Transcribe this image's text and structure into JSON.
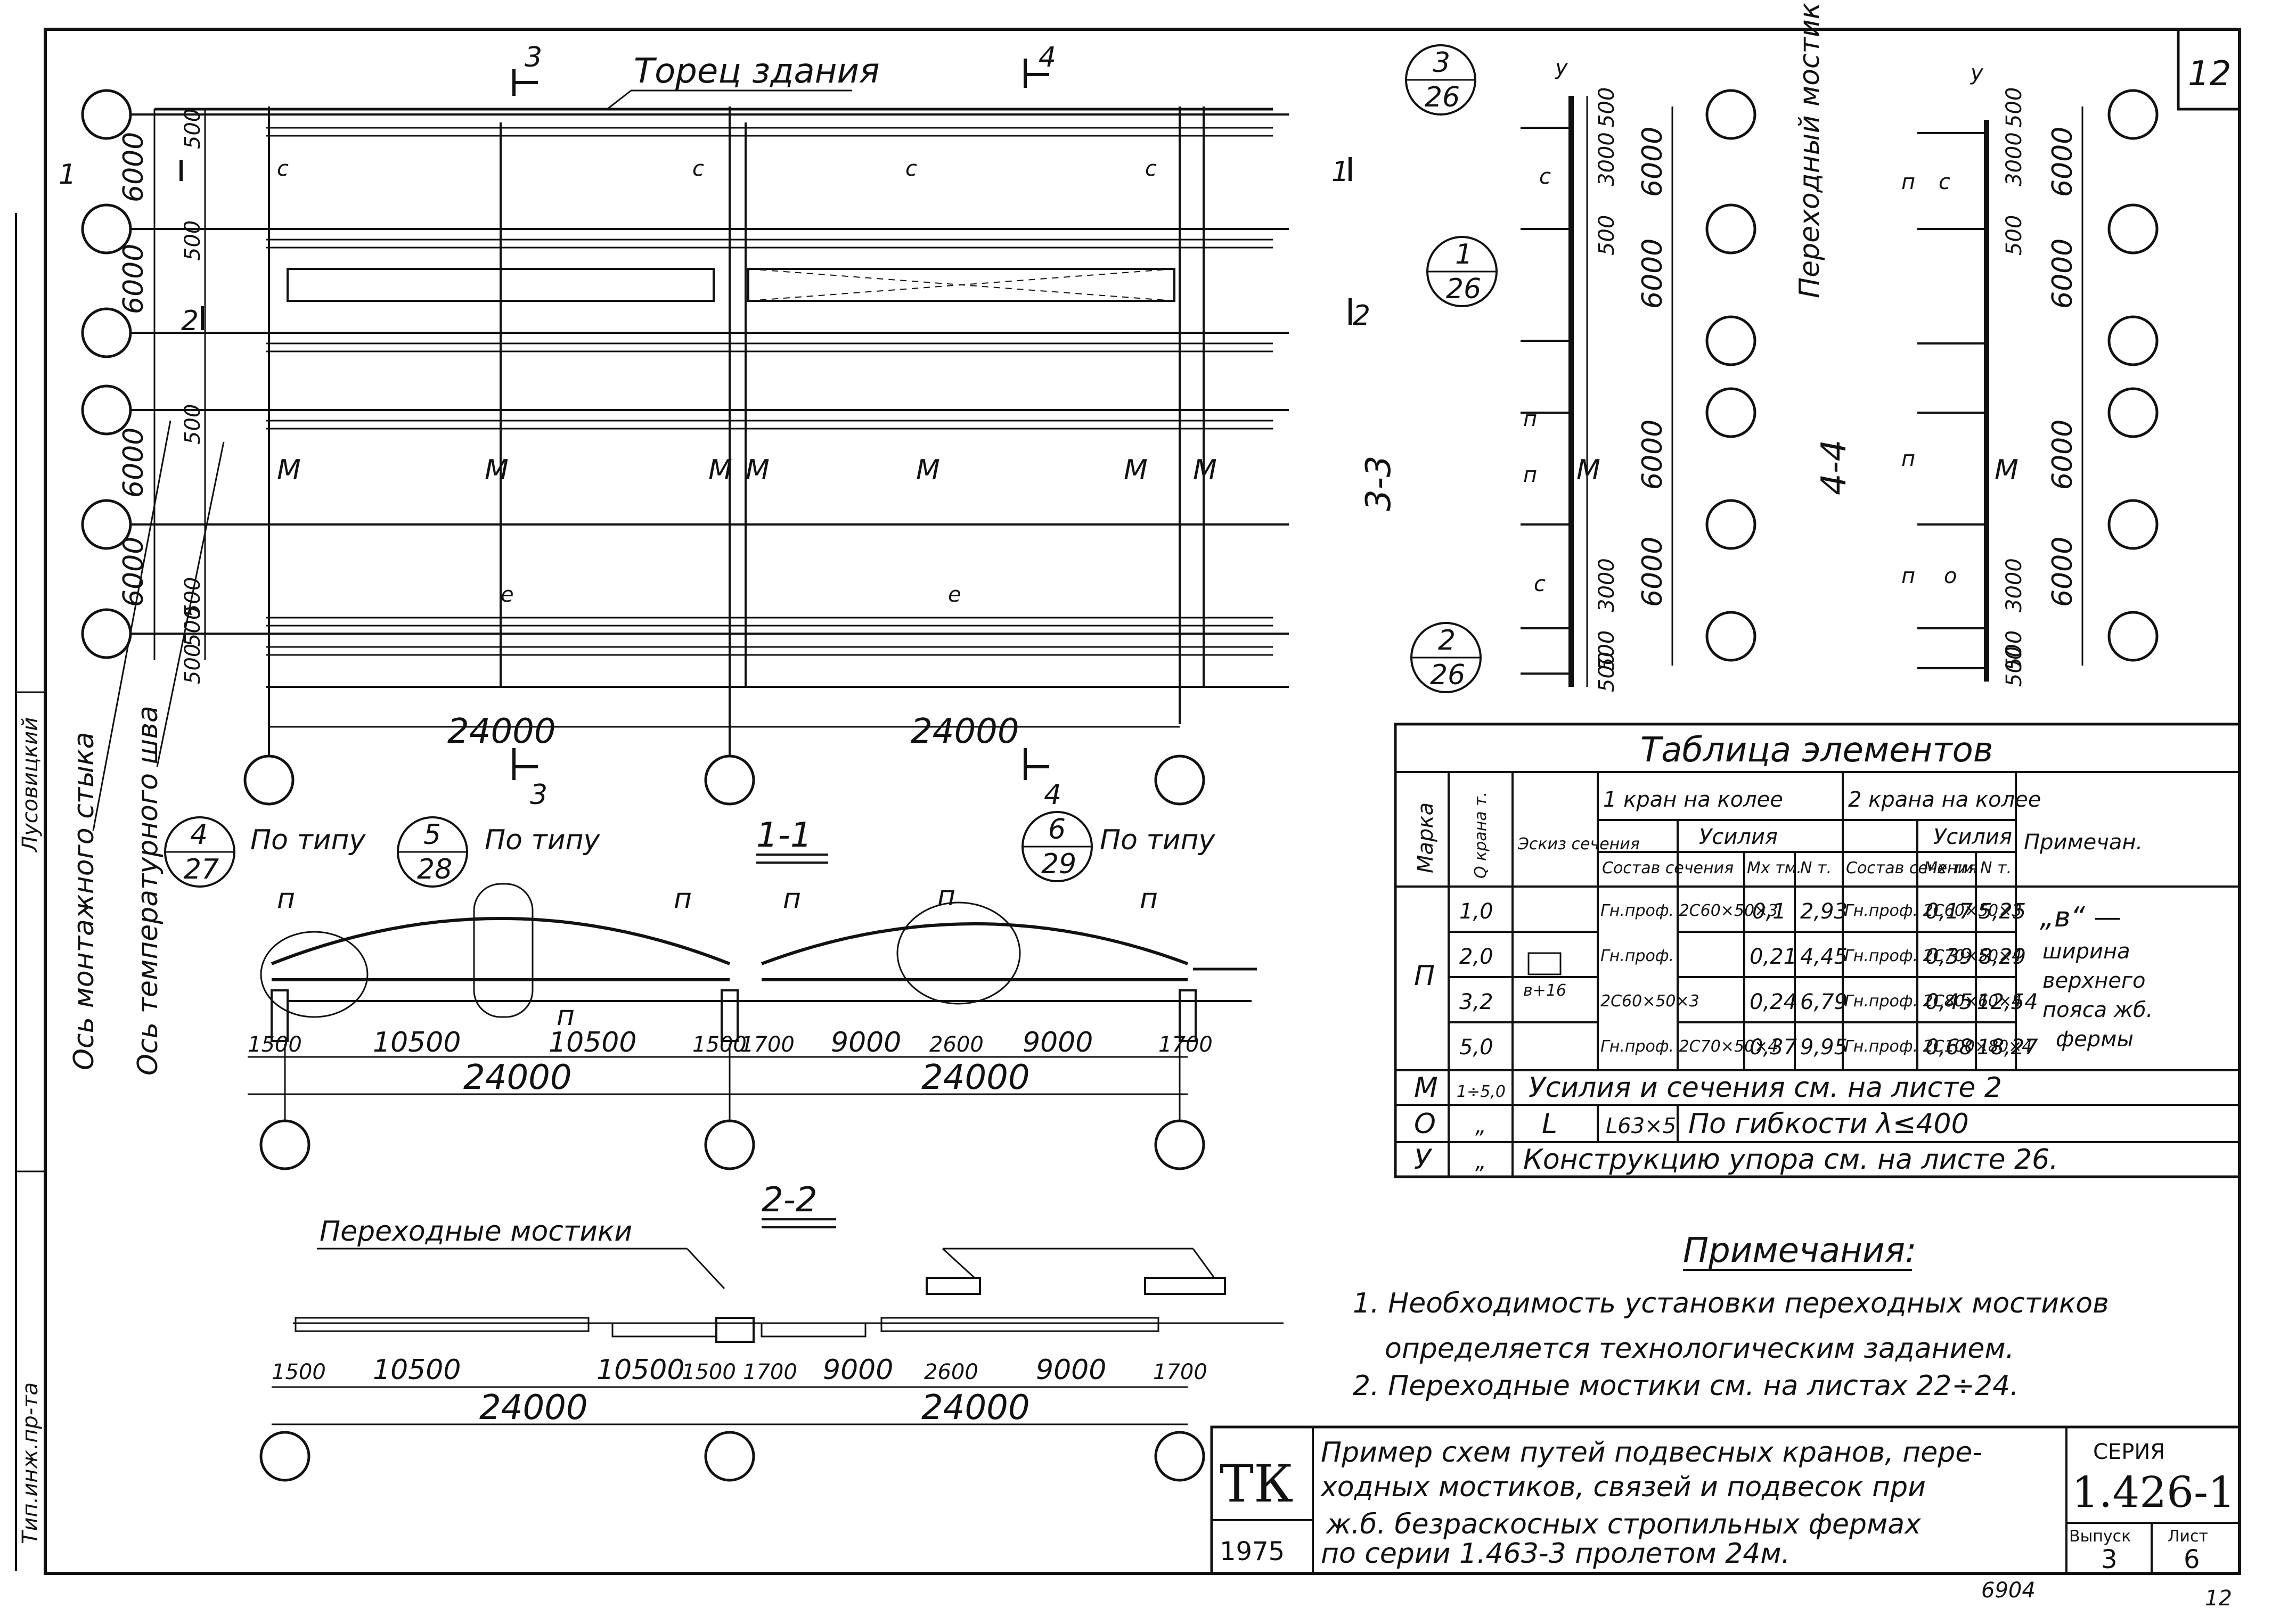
{
  "sheet_number": "12",
  "plan": {
    "title": "Торец здания",
    "sections": [
      "3",
      "4",
      "3",
      "4",
      "1",
      "1",
      "2",
      "2"
    ],
    "spacings": [
      "6000",
      "6000",
      "6000",
      "6000"
    ],
    "offsets": [
      "500",
      "500",
      "500",
      "500",
      "500",
      "500"
    ],
    "bay_widths": [
      "24000",
      "24000"
    ],
    "symbols": {
      "c": "c",
      "m": "M",
      "e": "e"
    },
    "axis_label_1": "Ось монтажного стыка",
    "axis_label_2": "Ось температурного шва"
  },
  "section_11": {
    "title": "1-1",
    "callouts": [
      {
        "num": "4",
        "sheet": "27",
        "note": "По типу"
      },
      {
        "num": "5",
        "sheet": "28",
        "note": "По типу"
      },
      {
        "num": "6",
        "sheet": "29",
        "note": "По типу"
      }
    ],
    "marks": [
      "п",
      "п",
      "п",
      "п",
      "п",
      "п"
    ],
    "dims": [
      "1500",
      "10500",
      "10500",
      "1500",
      "1700",
      "9000",
      "2600",
      "9000",
      "1700"
    ],
    "totals": [
      "24000",
      "24000"
    ]
  },
  "section_22": {
    "title": "2-2",
    "label": "Переходные мостики",
    "dims": [
      "1500",
      "10500",
      "10500",
      "1500",
      "1700",
      "9000",
      "2600",
      "9000",
      "1700"
    ],
    "totals": [
      "24000",
      "24000"
    ]
  },
  "section_33": {
    "title": "3-3",
    "callouts": [
      {
        "num": "3",
        "sheet": "26"
      },
      {
        "num": "1",
        "sheet": "26"
      },
      {
        "num": "2",
        "sheet": "26"
      }
    ],
    "dims": [
      "500",
      "3000",
      "6000",
      "500",
      "6000",
      "6000",
      "3000",
      "500",
      "6000",
      "500"
    ],
    "marks": [
      "у",
      "с",
      "п",
      "М",
      "п",
      "с"
    ]
  },
  "section_44": {
    "title": "4-4",
    "label": "Переходный мостик",
    "dims": [
      "500",
      "3000",
      "6000",
      "500",
      "6000",
      "6000",
      "3000",
      "500",
      "6000",
      "500"
    ],
    "marks": [
      "у",
      "п",
      "с",
      "п",
      "М",
      "п",
      "о"
    ]
  },
  "table": {
    "title": "Таблица элементов",
    "headers": {
      "mark": "Марка",
      "crane": "Q крана т.",
      "sketch": "Эскиз сечения",
      "group1": "1 кран на колее",
      "group2": "2 крана на колее",
      "composition": "Состав сечения",
      "forces": "Усилия",
      "m": "Мх тм.",
      "n": "N т.",
      "note": "Примечан."
    },
    "p_mark": "П",
    "p_rows": [
      {
        "q": "1,0",
        "c1": "Гн.проф. 2С60×50×3",
        "m1": "0,1",
        "n1": "2,93",
        "c2": "Гн.проф. 2С60×50×3",
        "m2": "0,17",
        "n2": "5,25"
      },
      {
        "q": "2,0",
        "c1": "Гн.проф.",
        "m1": "0,21",
        "n1": "4,45",
        "c2": "Гн.проф. 2С70×50×4",
        "m2": "0,39",
        "n2": "8,29"
      },
      {
        "q": "3,2",
        "c1": "2С60×50×3",
        "m1": "0,24",
        "n1": "6,79",
        "c2": "Гн.проф. 2С80×60×4",
        "m2": "0,45",
        "n2": "12,54"
      },
      {
        "q": "5,0",
        "c1": "Гн.проф. 2С70×50×4",
        "m1": "0,37",
        "n1": "9,95",
        "c2": "Гн.проф. 2С100×80×4",
        "m2": "0,68",
        "n2": "18,27"
      }
    ],
    "sketch_label": "в+16",
    "note_text": [
      "„в“ —",
      "ширина",
      "верхнего",
      "пояса жб.",
      "фермы"
    ],
    "m_row": {
      "mark": "М",
      "q": "1÷5,0",
      "text": "Усилия и сечения см. на листе 2"
    },
    "o_row": {
      "mark": "О",
      "q": "„",
      "sketch": "L",
      "comp": "L63×5",
      "text": "По гибкости λ≤400"
    },
    "y_row": {
      "mark": "У",
      "q": "„",
      "text": "Конструкцию упора см. на листе 26."
    }
  },
  "notes": {
    "title": "Примечания:",
    "lines": [
      "1. Необходимость установки переходных мостиков",
      "определяется технологическим заданием.",
      "2. Переходные мостики см. на листах 22÷24."
    ]
  },
  "stamp": {
    "org": "ТК",
    "year": "1975",
    "description": [
      "Пример схем путей подвесных кранов, пере-",
      "ходных мостиков, связей и подвесок при",
      "ж.б. безраскосных стропильных фермах",
      "по серии 1.463-3 пролетом 24м."
    ],
    "series_label": "СЕРИЯ",
    "series": "1.426-1",
    "issue_label": "Выпуск",
    "issue": "3",
    "sheet_label": "Лист",
    "sheet": "6"
  },
  "left_strip": {
    "text1": "Тип.инж.пр-та",
    "text2": "Лусовицкий"
  },
  "footer": {
    "code": "6904",
    "page": "12"
  }
}
